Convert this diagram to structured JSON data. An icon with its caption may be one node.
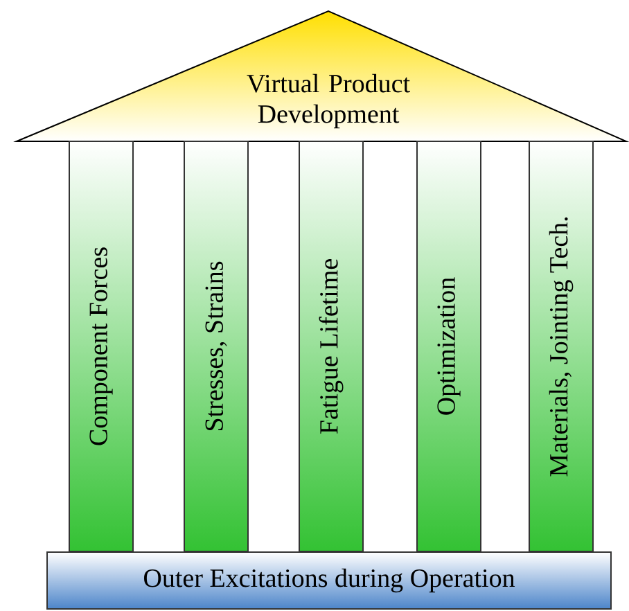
{
  "diagram": {
    "nodes": [
      {
        "text": [
          "Virtual Product Development"
        ]
      },
      {
        "text": [
          "Component Forces"
        ]
      },
      {
        "text": [
          "Stresses, Strains"
        ]
      },
      {
        "text": [
          "Fatigue Lifetime"
        ]
      },
      {
        "text": [
          "Optimization"
        ]
      },
      {
        "text": [
          "Materials, Jointing Tech."
        ]
      },
      {
        "text": [
          "Outer Excitations during Operation"
        ]
      }
    ]
  }
}
